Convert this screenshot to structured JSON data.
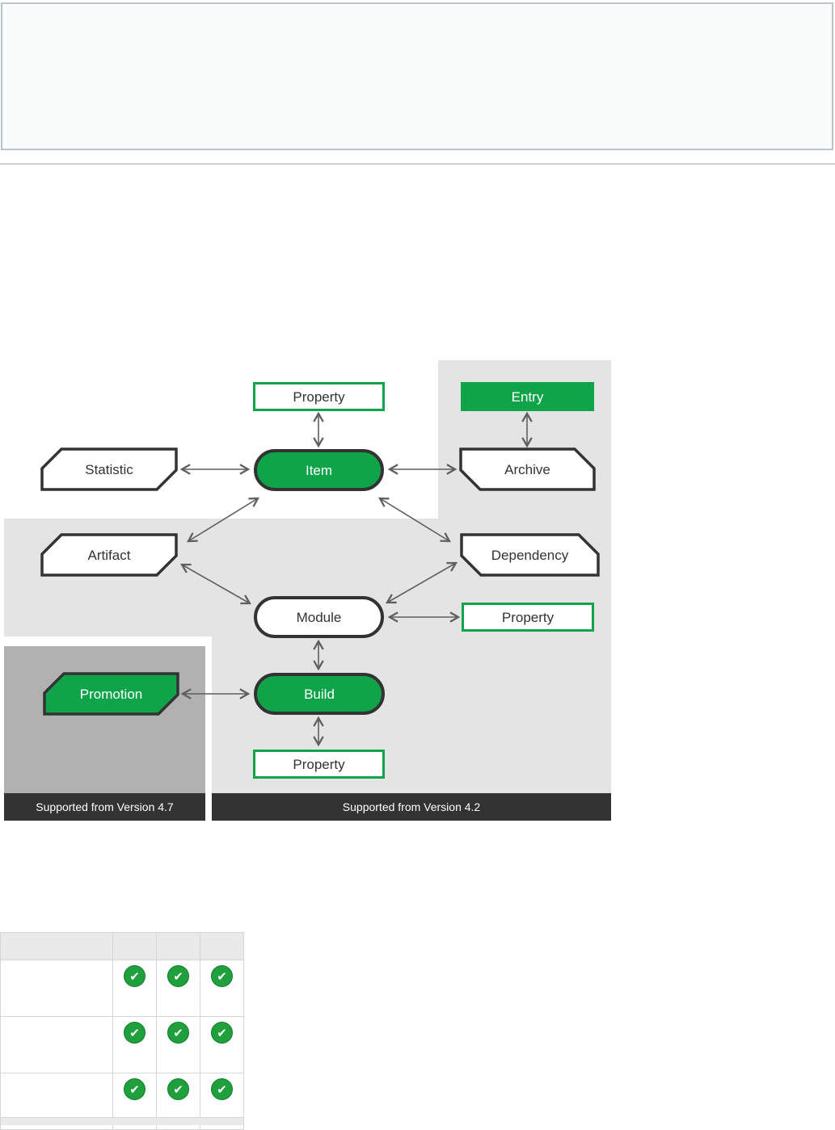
{
  "colors": {
    "green": "#0FA34A",
    "check_green": "#1FA03C",
    "region_light_gray": "#E4E4E4",
    "region_medium_gray": "#B1B1B1",
    "footer_bar_dark": "#333333",
    "shape_border": "#333333",
    "arrow_gray": "#5F5F5F"
  },
  "diagram": {
    "nodes": {
      "property_top": "Property",
      "entry": "Entry",
      "statistic": "Statistic",
      "item": "Item",
      "archive": "Archive",
      "artifact": "Artifact",
      "dependency": "Dependency",
      "module": "Module",
      "property_right": "Property",
      "promotion": "Promotion",
      "build": "Build",
      "property_bottom": "Property"
    },
    "footers": {
      "left": "Supported from Version 4.7",
      "right": "Supported from Version 4.2"
    }
  },
  "table": {
    "check_glyph": "✔",
    "columns": [
      "",
      "",
      "",
      ""
    ],
    "rows": [
      {
        "label": "",
        "checks": [
          true,
          true,
          true
        ]
      },
      {
        "label": "",
        "checks": [
          true,
          true,
          true
        ]
      },
      {
        "label": "",
        "checks": [
          true,
          true,
          true
        ]
      }
    ]
  }
}
